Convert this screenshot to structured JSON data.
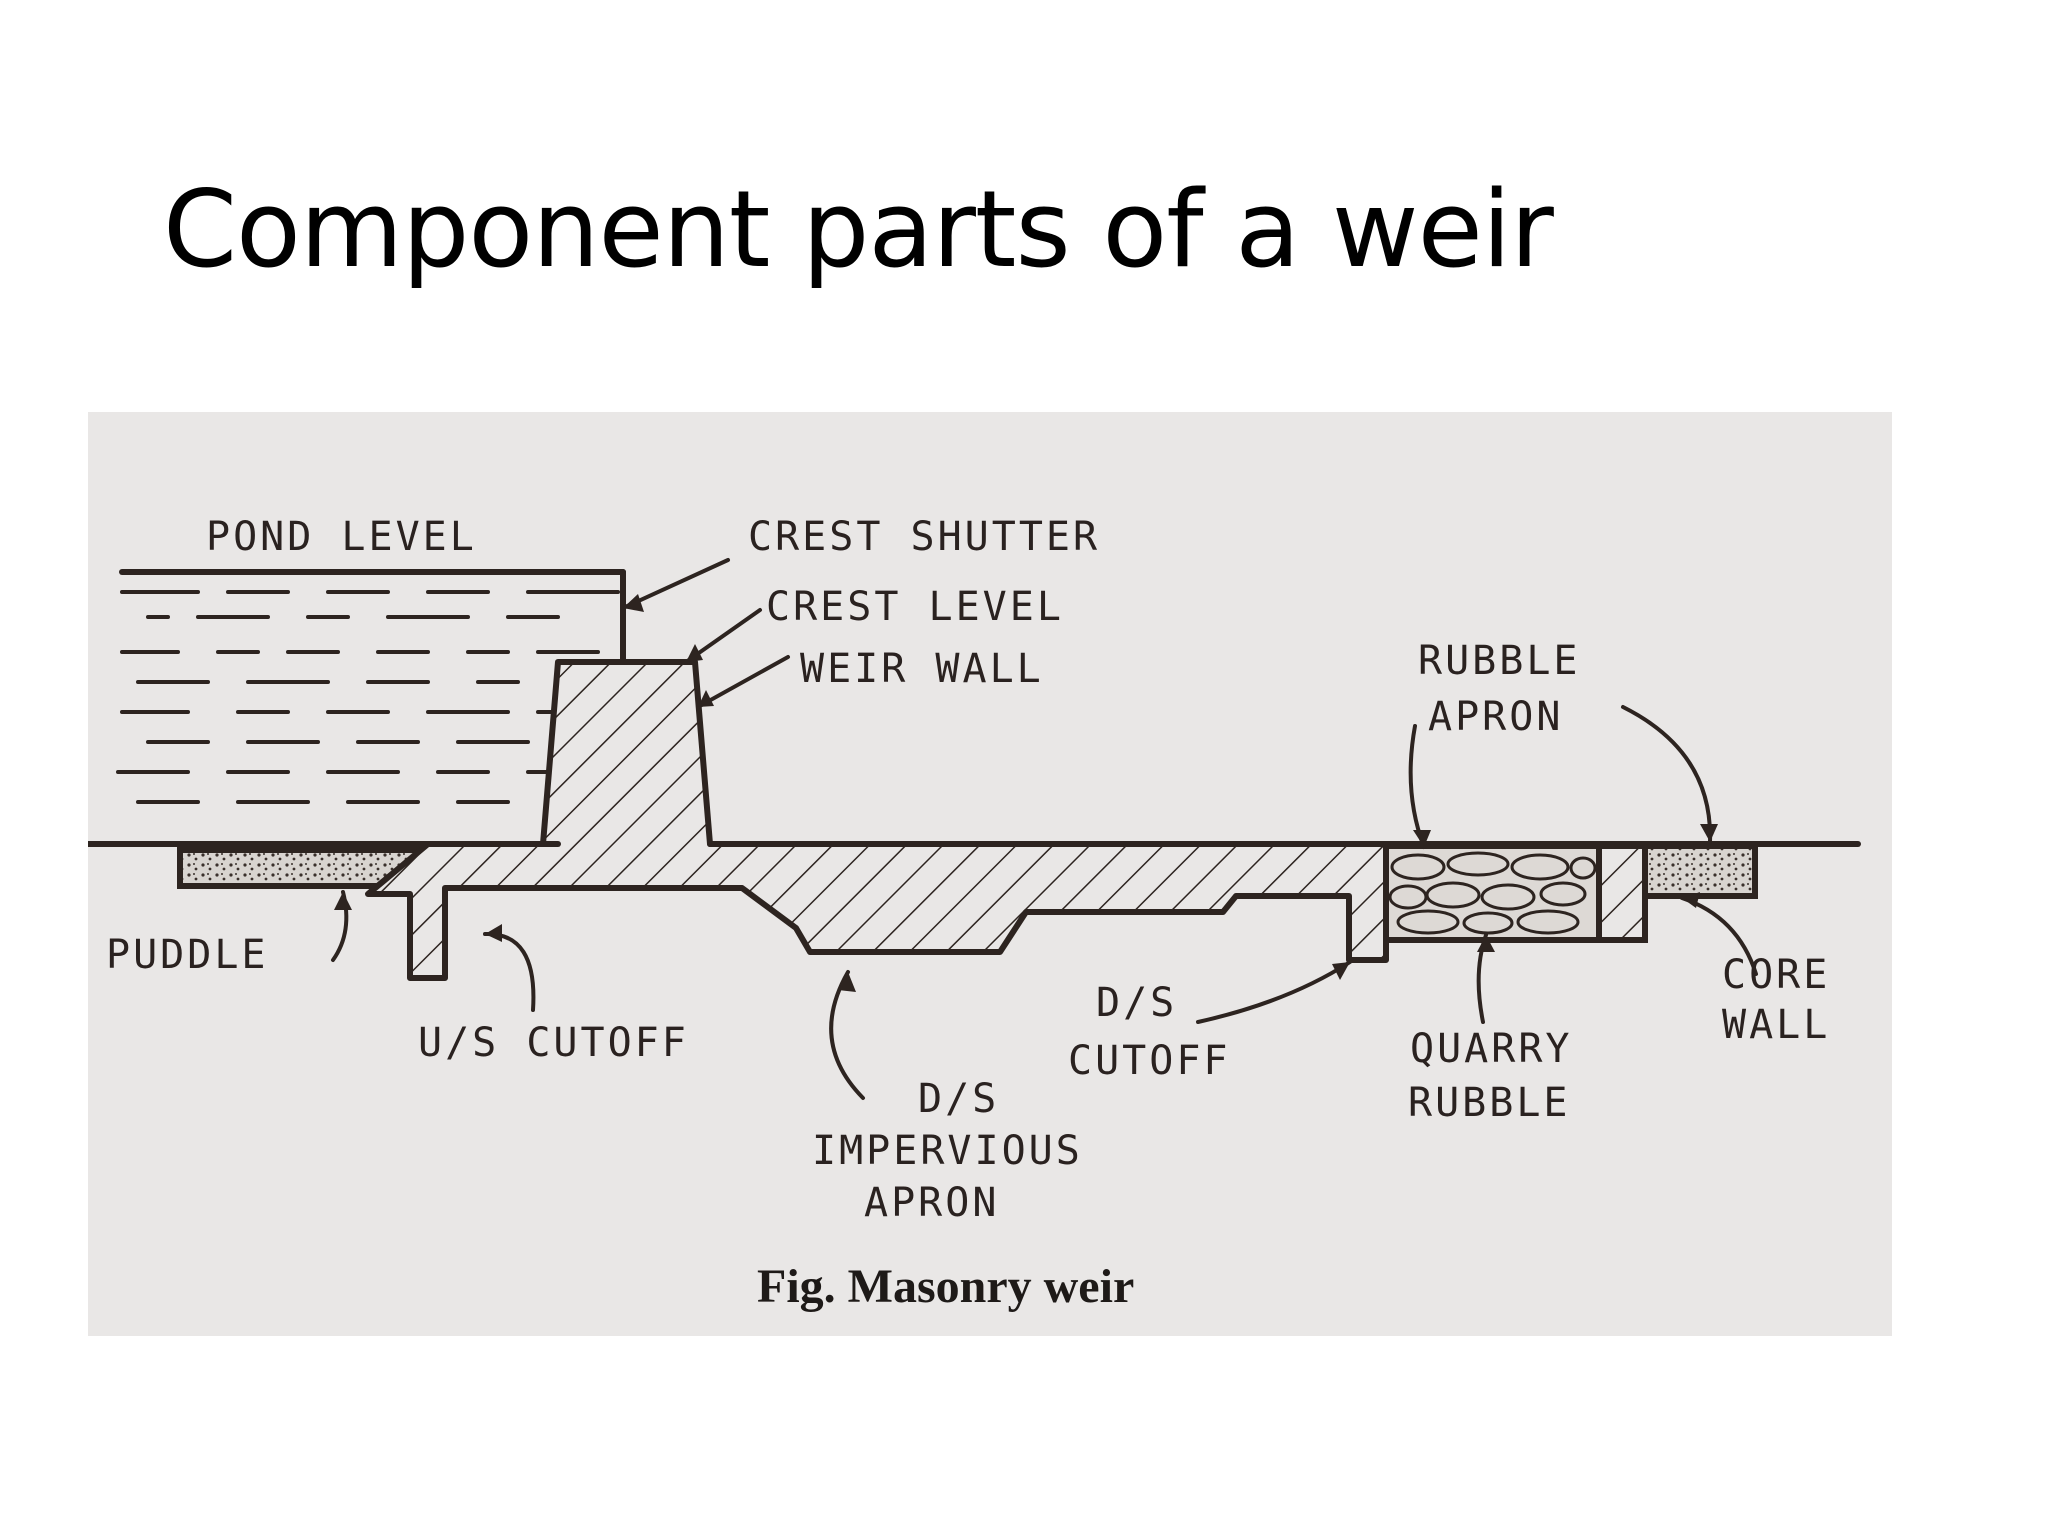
{
  "slide": {
    "title": "Component parts of a weir"
  },
  "figure": {
    "caption": "Fig. Masonry weir",
    "labels": {
      "pond_level": "POND LEVEL",
      "crest_shutter": "CREST SHUTTER",
      "crest_level": "CREST LEVEL",
      "weir_wall": "WEIR WALL",
      "rubble_apron_1": "RUBBLE",
      "rubble_apron_2": "APRON",
      "puddle": "PUDDLE",
      "us_cutoff": "U/S CUTOFF",
      "ds_cutoff_1": "D/S",
      "ds_cutoff_2": "CUTOFF",
      "ds_apron_1": "D/S",
      "ds_apron_2": "IMPERVIOUS",
      "ds_apron_3": "APRON",
      "quarry_rubble_1": "QUARRY",
      "quarry_rubble_2": "RUBBLE",
      "core_wall_1": "CORE",
      "core_wall_2": "WALL"
    },
    "colors": {
      "background": "#e9e7e6",
      "ink": "#2d2420"
    }
  }
}
